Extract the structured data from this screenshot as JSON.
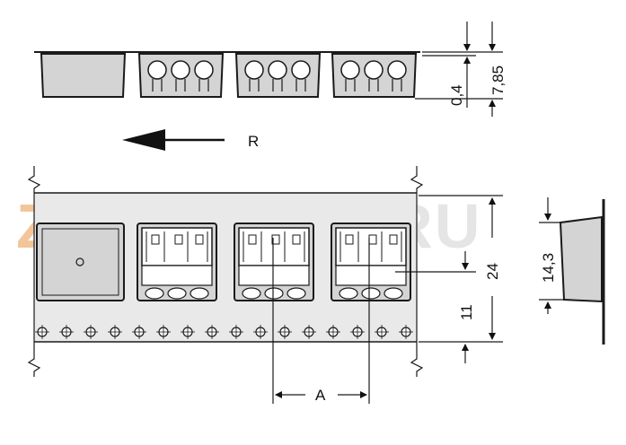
{
  "watermark": {
    "prefix": "ZIP",
    "suffix": "STORE.RU",
    "prefix_color": "#f0b27a",
    "suffix_color": "#e3e3e3"
  },
  "direction": {
    "label": "R",
    "arrow": "left-arrow"
  },
  "dimensions": {
    "height_top": "7,85",
    "offset_top": "0,4",
    "tape_width": "24",
    "edge_distance": "11",
    "side_height": "14,3",
    "pitch": "A"
  },
  "colors": {
    "pocket_fill": "#d4d4d4",
    "tape_fill": "#e9e9e9",
    "outline": "#1a1a1a"
  }
}
